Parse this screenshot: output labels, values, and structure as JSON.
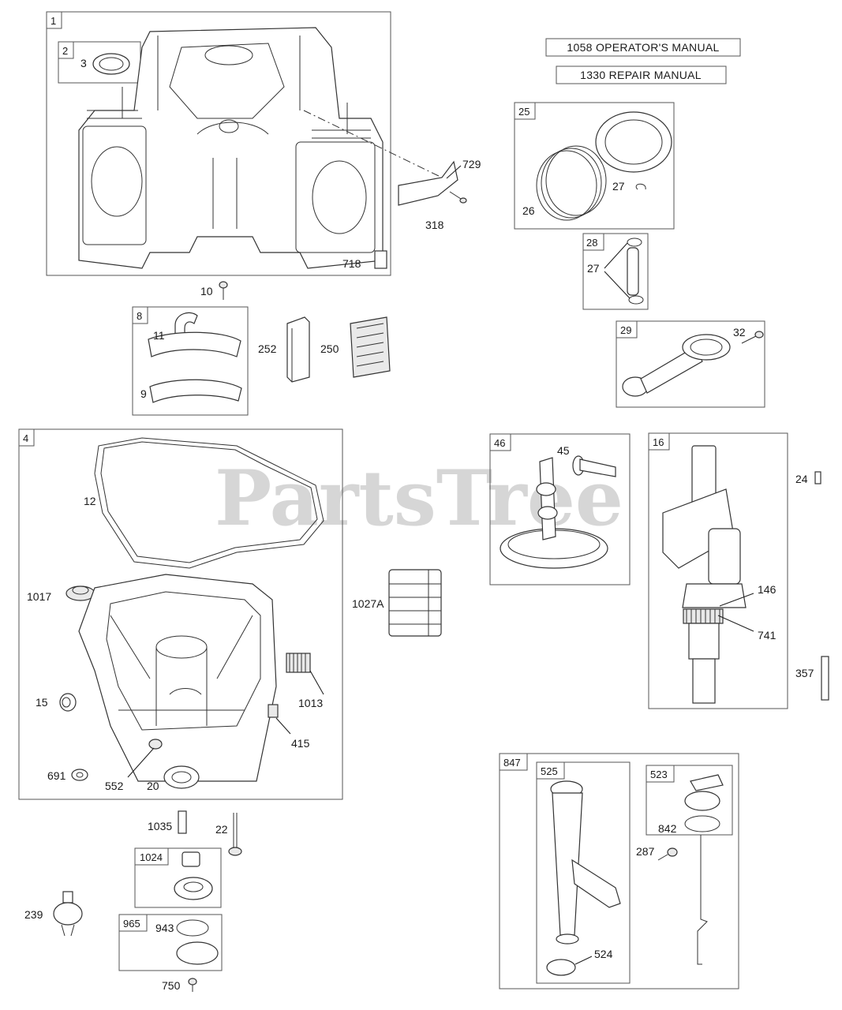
{
  "watermark": "PartsTree",
  "manuals": [
    "1058 OPERATOR'S MANUAL",
    "1330 REPAIR MANUAL"
  ],
  "group_labels": {
    "g1": "1",
    "g2": "2",
    "g8": "8",
    "g4": "4",
    "g25": "25",
    "g28": "28",
    "g29": "29",
    "g46": "46",
    "g16": "16",
    "g847": "847",
    "g525": "525",
    "g523": "523",
    "g1024": "1024",
    "g965": "965"
  },
  "part_labels": {
    "p3": "3",
    "p729": "729",
    "p318": "318",
    "p718": "718",
    "p10": "10",
    "p11": "11",
    "p9": "9",
    "p252": "252",
    "p250": "250",
    "p26": "26",
    "p27a": "27",
    "p27b": "27",
    "p32": "32",
    "p45": "45",
    "p24": "24",
    "p146": "146",
    "p741": "741",
    "p357": "357",
    "p12": "12",
    "p1017": "1017",
    "p1027a": "1027A",
    "p15": "15",
    "p1013": "1013",
    "p415": "415",
    "p691": "691",
    "p552": "552",
    "p20": "20",
    "p1035": "1035",
    "p22": "22",
    "p239": "239",
    "p943": "943",
    "p750": "750",
    "p842": "842",
    "p287": "287",
    "p524": "524"
  }
}
